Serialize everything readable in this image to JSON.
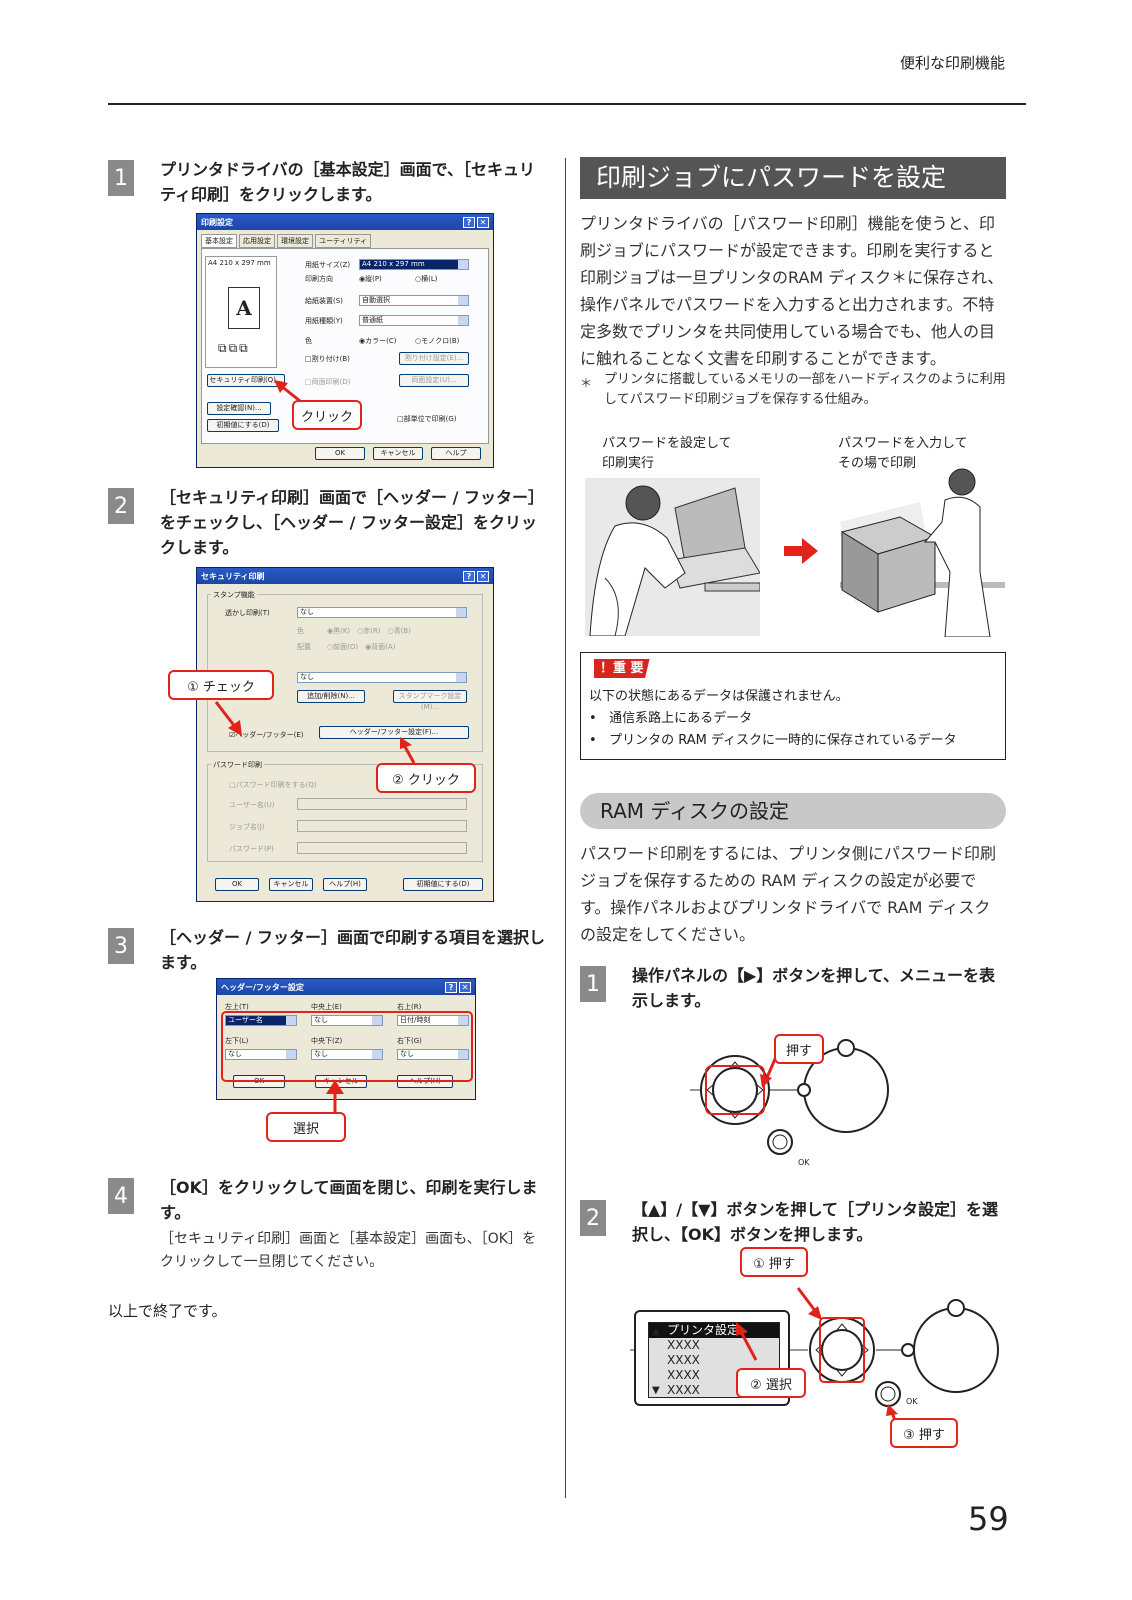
{
  "header": {
    "section_title": "便利な印刷機能"
  },
  "left": {
    "steps": [
      {
        "num": "1",
        "text": "プリンタドライバの［基本設定］画面で、［セキュリティ印刷］をクリックします。"
      },
      {
        "num": "2",
        "text": "［セキュリティ印刷］画面で［ヘッダー / フッター］をチェックし、［ヘッダー / フッター設定］をクリックします。"
      },
      {
        "num": "3",
        "text": "［ヘッダー / フッター］画面で印刷する項目を選択します。"
      },
      {
        "num": "4",
        "text": "［OK］をクリックして画面を閉じ、印刷を実行します。",
        "sub": "［セキュリティ印刷］画面と［基本設定］画面も、［OK］をクリックして一旦閉じてください。"
      }
    ],
    "end_text": "以上で終了です。",
    "dialog1": {
      "title": "印刷設定",
      "tabs": [
        "基本設定",
        "応用設定",
        "環境設定",
        "ユーティリティ"
      ],
      "paper_preview": "A4 210 x 297 mm",
      "labels": [
        "用紙サイズ(Z)",
        "印刷方向",
        "給紙装置(S)",
        "用紙種類(Y)",
        "色"
      ],
      "paper_size": "A4 210 x 297 mm",
      "orient_portrait": "◉縦(P)",
      "orient_landscape": "○横(L)",
      "source": "自動選択",
      "media": "普通紙",
      "color": "◉カラー(C)",
      "mono": "○モノクロ(B)",
      "booklet": "□割り付け(B)",
      "booklet_btn": "割り付け設定(E)...",
      "duplex": "□両面印刷(D)",
      "duplex_btn": "両面設定(U)...",
      "security_btn": "セキュリティ印刷(Q)...",
      "check_btn": "設定確認(N)...",
      "reset_btn": "初期値にする(D)",
      "collate": "□部単位で印刷(G)",
      "ok": "OK",
      "cancel": "キャンセル",
      "help": "ヘルプ",
      "callout": "クリック"
    },
    "dialog2": {
      "title": "セキュリティ印刷",
      "group1": "スタンプ機能",
      "watermark_label": "透かし印刷(T)",
      "watermark_val": "なし",
      "color_label": "色",
      "color_opts": "◉黒(K)　○赤(R)　○青(B)",
      "layout_label": "配置",
      "layout_opts": "○前面(O)　◉背面(A)",
      "stamp_val": "なし",
      "add_btn": "追加/削除(N)...",
      "stamp_btn": "スタンプマーク設定(M)...",
      "hf_check": "☑ヘッダー/フッター(E)",
      "hf_btn": "ヘッダー/フッター設定(F)...",
      "group2": "パスワード印刷",
      "pw_check": "□パスワード印刷をする(Q)",
      "user_label": "ユーザー名(U)",
      "job_label": "ジョブ名(J)",
      "pw_label": "パスワード(P)",
      "ok": "OK",
      "cancel": "キャンセル",
      "help": "ヘルプ(H)",
      "reset": "初期値にする(D)",
      "callout1": "① チェック",
      "callout2": "② クリック"
    },
    "dialog3": {
      "title": "ヘッダー/フッター設定",
      "labels": [
        "左上(T)",
        "中央上(E)",
        "右上(R)",
        "左下(L)",
        "中央下(Z)",
        "右下(G)"
      ],
      "values": [
        "ユーザー名",
        "なし",
        "日付/時刻",
        "なし",
        "なし",
        "なし"
      ],
      "ok": "OK",
      "cancel": "キャンセル",
      "help": "ヘルプ(H)",
      "callout": "選択"
    }
  },
  "right": {
    "section_title": "印刷ジョブにパスワードを設定",
    "intro": "プリンタドライバの［パスワード印刷］機能を使うと、印刷ジョブにパスワードが設定できます。印刷を実行すると印刷ジョブは一旦プリンタのRAM ディスク＊に保存され、操作パネルでパスワードを入力すると出力されます。不特定多数でプリンタを共同使用している場合でも、他人の目に触れることなく文書を印刷することができます。",
    "footnote_mark": "＊",
    "footnote": "プリンタに搭載しているメモリの一部をハードディスクのように利用してパスワード印刷ジョブを保存する仕組み。",
    "caption_left": "パスワードを設定して\n印刷実行",
    "caption_right": "パスワードを入力して\nその場で印刷",
    "important_badge": "！重 要",
    "important_text": "以下の状態にあるデータは保護されません。",
    "important_items": [
      "通信系路上にあるデータ",
      "プリンタの RAM ディスクに一時的に保存されているデータ"
    ],
    "ram_title": "RAM ディスクの設定",
    "ram_body": "パスワード印刷をするには、プリンタ側にパスワード印刷ジョブを保存するための RAM ディスクの設定が必要です。操作パネルおよびプリンタドライバで RAM ディスクの設定をしてください。",
    "steps": [
      {
        "num": "1",
        "text": "操作パネルの【▶】ボタンを押して、メニューを表示します。"
      },
      {
        "num": "2",
        "text": "【▲】/【▼】ボタンを押して［プリンタ設定］を選択し、【OK】ボタンを押します。"
      }
    ],
    "push_label": "押す",
    "ok_label": "OK",
    "lcd_lines": [
      "プリンタ設定",
      "XXXX",
      "XXXX",
      "XXXX",
      "XXXX"
    ],
    "callout_push1": "① 押す",
    "callout_select": "② 選択",
    "callout_push3": "③ 押す"
  },
  "page_number": "59",
  "colors": {
    "accent_red": "#e2231a",
    "section_gray": "#555555",
    "pill_gray": "#c8c8c8",
    "step_gray": "#8a8a8a"
  }
}
